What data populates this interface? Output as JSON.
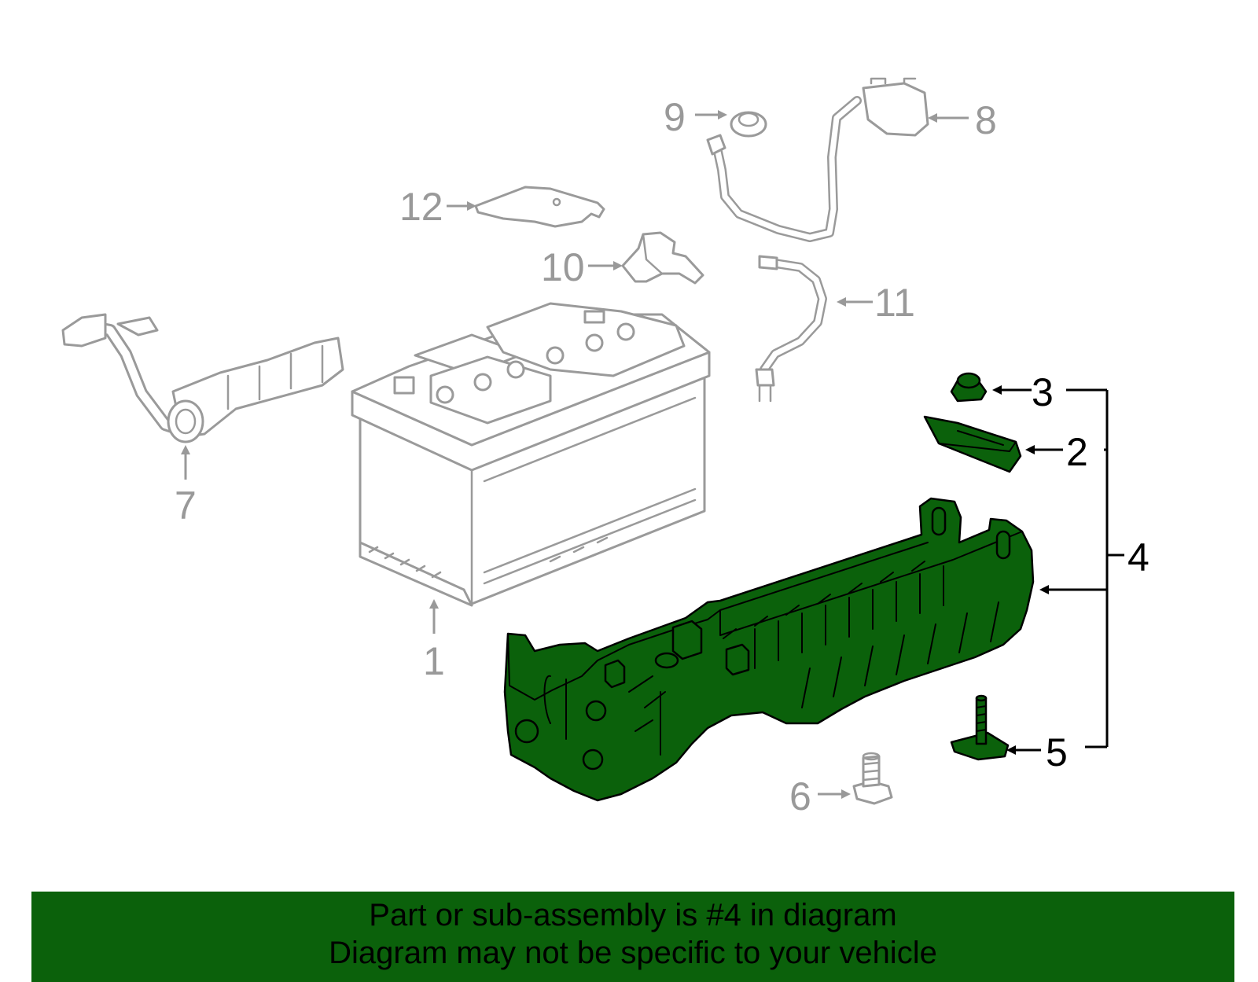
{
  "callouts": {
    "c1": "1",
    "c2": "2",
    "c3": "3",
    "c4": "4",
    "c5": "5",
    "c6": "6",
    "c7": "7",
    "c8": "8",
    "c9": "9",
    "c10": "10",
    "c11": "11",
    "c12": "12"
  },
  "highlighted_part": "4",
  "colors": {
    "highlight": "#0b610b",
    "outline_gray": "#9a9a9a",
    "callout_active": "#000000"
  },
  "banner": {
    "line1": "Part or sub-assembly is #4 in diagram",
    "line2": "Diagram may not be specific to your vehicle"
  }
}
